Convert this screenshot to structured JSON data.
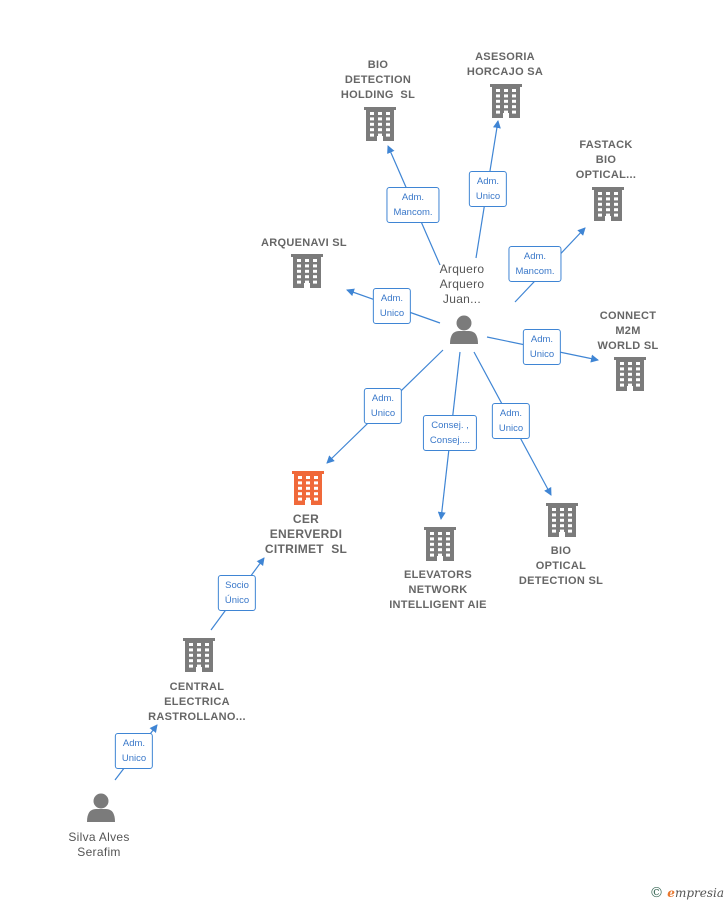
{
  "colors": {
    "building": "#7b7b7b",
    "focus": "#f0693a",
    "person": "#7b7b7b",
    "edge": "#3f85d4"
  },
  "nodes": [
    {
      "id": "bio_detection",
      "kind": "company",
      "label": "BIO\nDETECTION\nHOLDING  SL"
    },
    {
      "id": "asesoria",
      "kind": "company",
      "label": "ASESORIA\nHORCAJO SA"
    },
    {
      "id": "fastack",
      "kind": "company",
      "label": "FASTACK\nBIO\nOPTICAL..."
    },
    {
      "id": "arquenavi",
      "kind": "company",
      "label": "ARQUENAVI SL"
    },
    {
      "id": "connect",
      "kind": "company",
      "label": "CONNECT\nM2M\nWORLD SL"
    },
    {
      "id": "arquero",
      "kind": "person",
      "label": "Arquero\nArquero\nJuan..."
    },
    {
      "id": "cer",
      "kind": "focus",
      "label": "CER\nENERVERDI\nCITRIMET  SL"
    },
    {
      "id": "elevators",
      "kind": "company",
      "label": "ELEVATORS\nNETWORK\nINTELLIGENT AIE"
    },
    {
      "id": "bio_optical",
      "kind": "company",
      "label": "BIO\nOPTICAL\nDETECTION SL"
    },
    {
      "id": "central",
      "kind": "company",
      "label": "CENTRAL\nELECTRICA\nRASTROLLANO..."
    },
    {
      "id": "silva",
      "kind": "person",
      "label": "Silva Alves\nSerafim"
    }
  ],
  "edges": [
    {
      "from": "arquero",
      "to": "bio_detection",
      "label": "Adm.\nMancom."
    },
    {
      "from": "arquero",
      "to": "asesoria",
      "label": "Adm.\nUnico"
    },
    {
      "from": "arquero",
      "to": "fastack",
      "label": "Adm.\nMancom."
    },
    {
      "from": "arquero",
      "to": "arquenavi",
      "label": "Adm.\nUnico"
    },
    {
      "from": "arquero",
      "to": "connect",
      "label": "Adm.\nUnico"
    },
    {
      "from": "arquero",
      "to": "cer",
      "label": "Adm.\nUnico"
    },
    {
      "from": "arquero",
      "to": "elevators",
      "label": "Consej. ,\nConsej...."
    },
    {
      "from": "arquero",
      "to": "bio_optical",
      "label": "Adm.\nUnico"
    },
    {
      "from": "central",
      "to": "cer",
      "label": "Socio\nÚnico"
    },
    {
      "from": "silva",
      "to": "central",
      "label": "Adm.\nUnico"
    }
  ],
  "brand": {
    "copyright": "©",
    "initial": "e",
    "rest": "mpresia"
  }
}
